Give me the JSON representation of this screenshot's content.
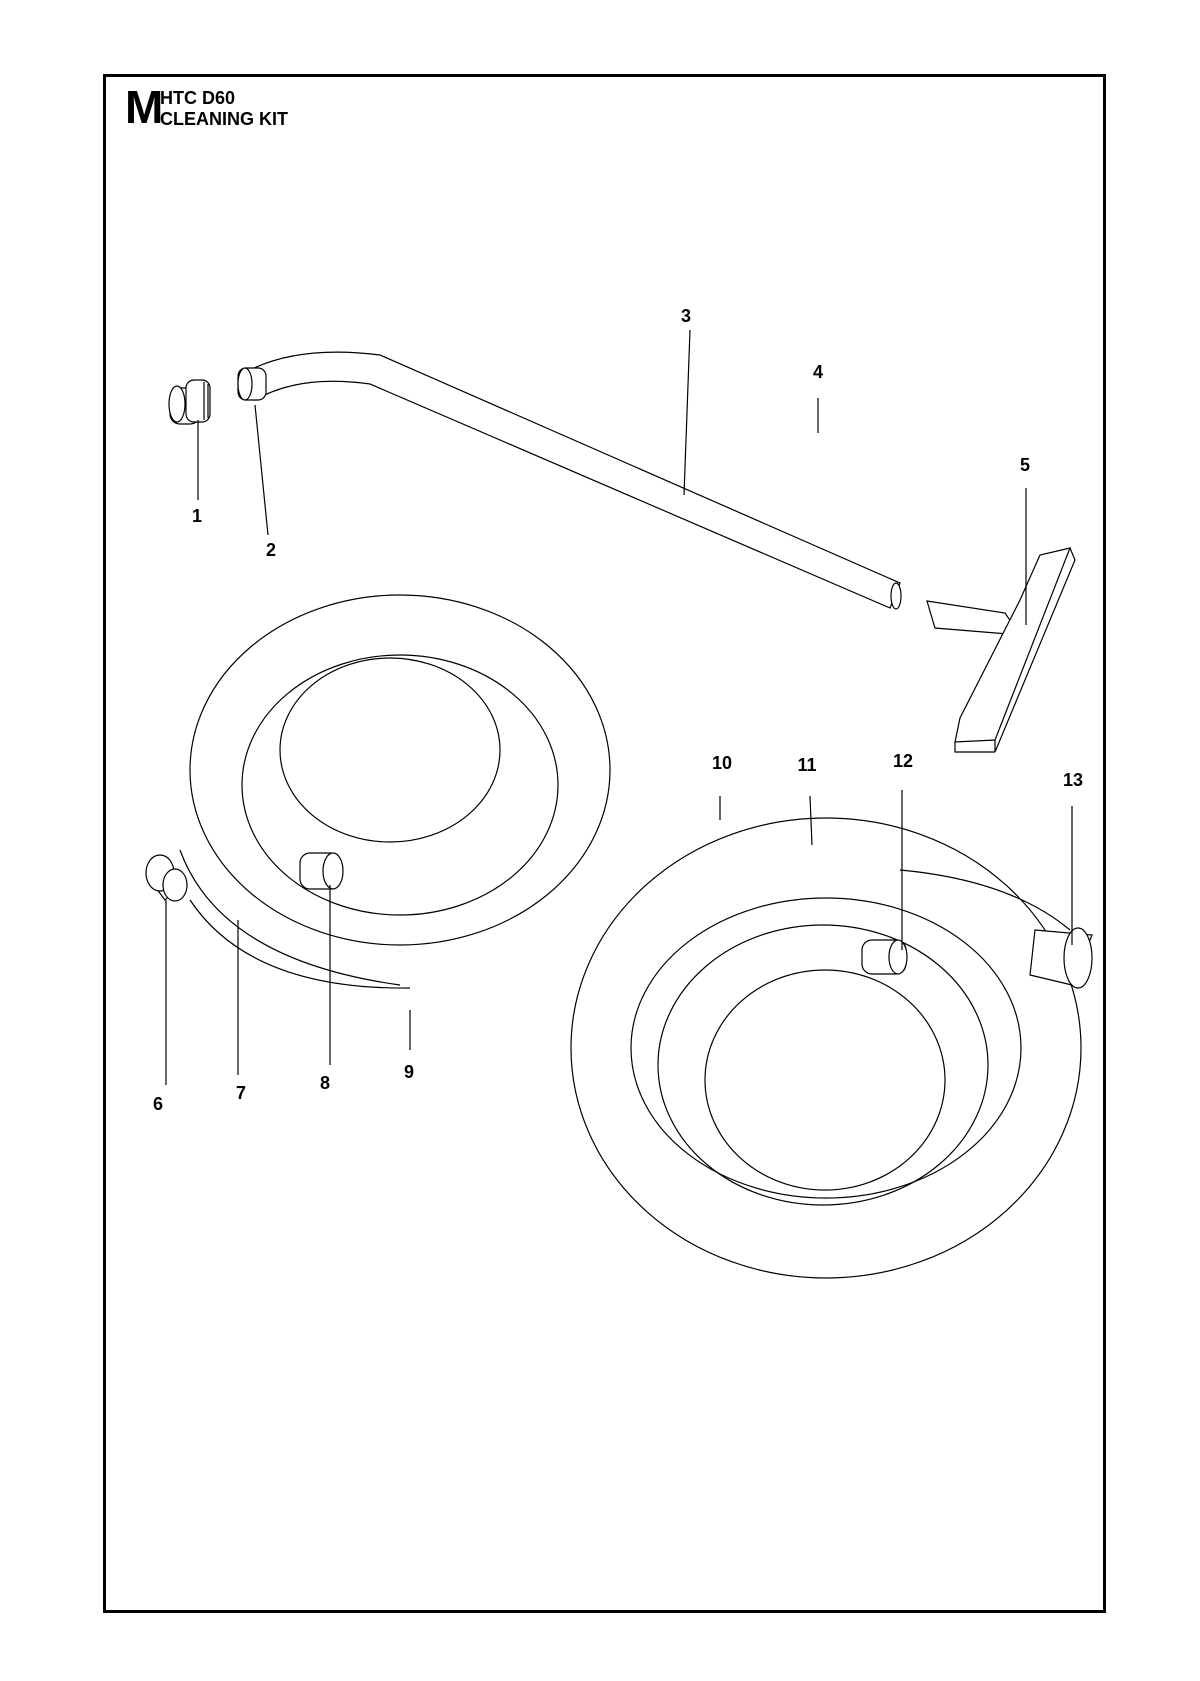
{
  "header": {
    "section_letter": "M",
    "model": "HTC D60",
    "title": "CLEANING KIT"
  },
  "callouts": [
    "1",
    "2",
    "3",
    "4",
    "5",
    "6",
    "7",
    "8",
    "9",
    "10",
    "11",
    "12",
    "13"
  ]
}
